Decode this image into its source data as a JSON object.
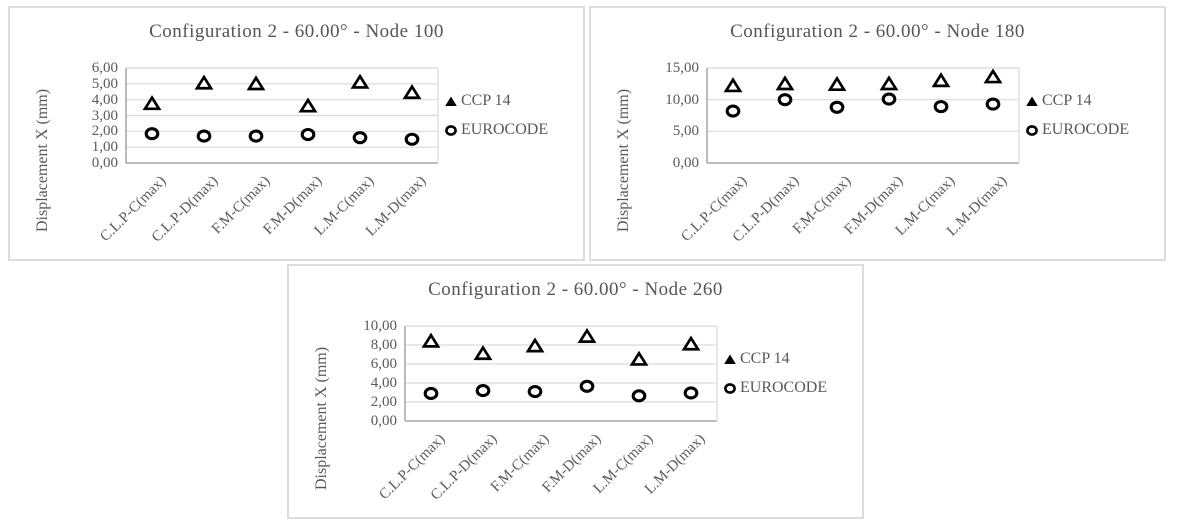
{
  "colors": {
    "title_text": "#555555",
    "axis_text": "#595959",
    "gridline": "#d9d9d9",
    "axis_line": "#a6a6a6",
    "marker": "#000000",
    "panel_border": "#dcdcdc",
    "background": "#ffffff"
  },
  "chart_data": [
    {
      "type": "scatter",
      "title": "Configuration 2 - 60.00° - Node 100",
      "ylabel": "Displacement X (mm)",
      "xlabel": "",
      "categories": [
        "C.L.P-C(max)",
        "C.L.P-D(max)",
        "F.M-C(max)",
        "F.M-D(max)",
        "L.M-C(max)",
        "L.M-D(max)"
      ],
      "series": [
        {
          "name": "CCP 14",
          "marker": "triangle-outline",
          "values": [
            3.75,
            5.05,
            5.0,
            3.6,
            5.1,
            4.45
          ]
        },
        {
          "name": "EUROCODE",
          "marker": "circle-outline",
          "values": [
            1.85,
            1.7,
            1.7,
            1.8,
            1.6,
            1.5
          ]
        }
      ],
      "ylim": [
        0,
        6
      ],
      "yticks": [
        0,
        1,
        2,
        3,
        4,
        5,
        6
      ],
      "ytick_labels": [
        "0,00",
        "1,00",
        "2,00",
        "3,00",
        "4,00",
        "5,00",
        "6,00"
      ],
      "grid": true,
      "legend_position": "right"
    },
    {
      "type": "scatter",
      "title": "Configuration 2 - 60.00° - Node 180",
      "ylabel": "Displacement X (mm)",
      "xlabel": "",
      "categories": [
        "C.L.P-C(max)",
        "C.L.P-D(max)",
        "F.M-C(max)",
        "F.M-D(max)",
        "L.M-C(max)",
        "L.M-D(max)"
      ],
      "series": [
        {
          "name": "CCP 14",
          "marker": "triangle-outline",
          "values": [
            12.2,
            12.5,
            12.4,
            12.5,
            13.0,
            13.6
          ]
        },
        {
          "name": "EUROCODE",
          "marker": "circle-outline",
          "values": [
            8.2,
            10.0,
            8.8,
            10.1,
            8.9,
            9.3
          ]
        }
      ],
      "ylim": [
        0,
        15
      ],
      "yticks": [
        0,
        5,
        10,
        15
      ],
      "ytick_labels": [
        "0,00",
        "5,00",
        "10,00",
        "15,00"
      ],
      "grid": true,
      "legend_position": "right"
    },
    {
      "type": "scatter",
      "title": "Configuration 2 - 60.00° - Node 260",
      "ylabel": "Displacement X (mm)",
      "xlabel": "",
      "categories": [
        "C.L.P-C(max)",
        "C.L.P-D(max)",
        "F.M-C(max)",
        "F.M-D(max)",
        "L.M-C(max)",
        "L.M-D(max)"
      ],
      "series": [
        {
          "name": "CCP 14",
          "marker": "triangle-outline",
          "values": [
            8.4,
            7.1,
            7.9,
            8.9,
            6.5,
            8.1
          ]
        },
        {
          "name": "EUROCODE",
          "marker": "circle-outline",
          "values": [
            2.9,
            3.2,
            3.1,
            3.65,
            2.65,
            2.95
          ]
        }
      ],
      "ylim": [
        0,
        10
      ],
      "yticks": [
        0,
        2,
        4,
        6,
        8,
        10
      ],
      "ytick_labels": [
        "0,00",
        "2,00",
        "4,00",
        "6,00",
        "8,00",
        "10,00"
      ],
      "grid": true,
      "legend_position": "right"
    }
  ]
}
